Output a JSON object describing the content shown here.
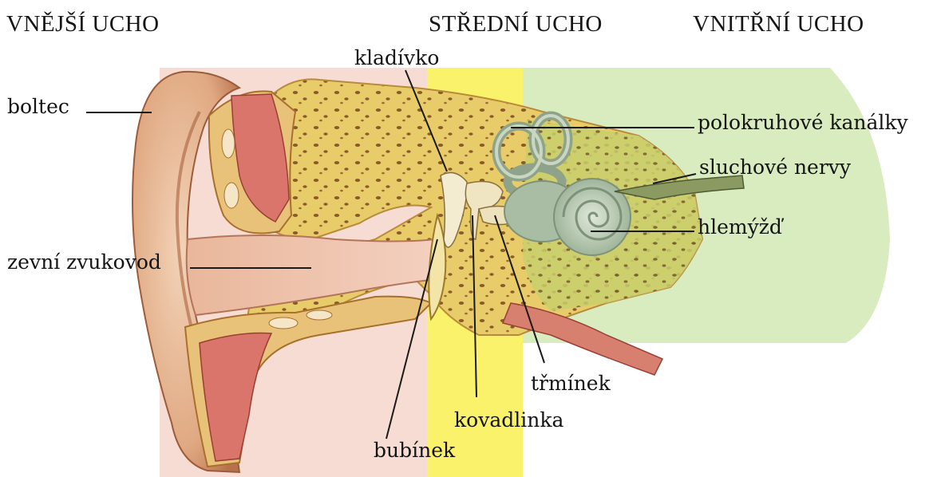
{
  "sections": {
    "outer": "VNĚJŠÍ UCHO",
    "middle": "STŘEDNÍ UCHO",
    "inner": "VNITŘNÍ UCHO"
  },
  "labels": {
    "boltec": "boltec",
    "zevni_zvukovod": "zevní zvukovod",
    "kladivko": "kladívko",
    "bubinek": "bubínek",
    "kovadlinka": "kovadlinka",
    "trminek": "třmínek",
    "polokruhove_kanalky": "polokruhové kanálky",
    "sluchove_nervy": "sluchové nervy",
    "hlemyzd": "hlemýžď"
  },
  "colors": {
    "outer_zone": "#f6dcd2",
    "middle_zone": "#fdf36a",
    "inner_zone": "#d6ebbd",
    "skin": "#e8b896",
    "bone": "#e9cf72",
    "muscle": "#d9756a",
    "cochlea": "#b9cbb3"
  }
}
